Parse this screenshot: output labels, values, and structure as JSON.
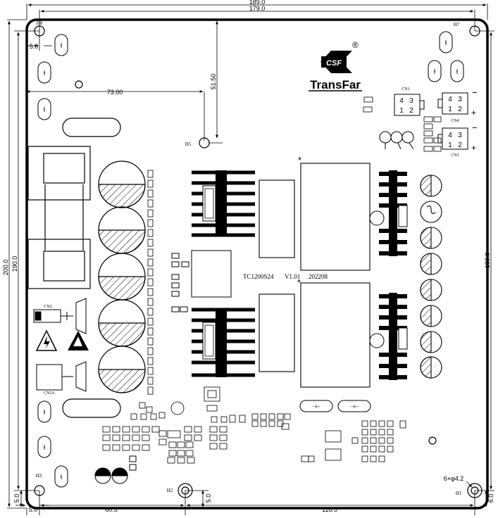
{
  "dimensions": {
    "top_outer": "189.0",
    "top_inner": "179.0",
    "left_outer": "200.0",
    "left_inner": "190.0",
    "right": "189.0",
    "h5_horizontal": "73.00",
    "h5_vertical": "51.50",
    "h8_offset": "5.0",
    "bottom_left_a": "5.0",
    "bottom_left_b": "5.0",
    "bottom_mid": "60.5",
    "bottom_right": "118.5",
    "h2_vertical": "5.0",
    "right_bottom": "6.0",
    "hole_spec": "6×φ4.2"
  },
  "holes": {
    "h1": "H1",
    "h2": "H2",
    "h3": "H3",
    "h5": "H5",
    "h7": "H7",
    "h8": "H8"
  },
  "connectors": {
    "cn1": {
      "label": "CN1",
      "pins": [
        "4",
        "3",
        "1",
        "2"
      ]
    },
    "cn4": {
      "label": "CN4",
      "pins": [
        "4",
        "3",
        "1",
        "2"
      ]
    },
    "cn3": {
      "label": "CN3",
      "pins": [
        "4",
        "3",
        "1",
        "2"
      ]
    },
    "cn2": "CN2",
    "cn2a": "CN2A"
  },
  "polarity": {
    "minus": "−",
    "plus": "+"
  },
  "logo": {
    "text": "TransFar",
    "emblem": "CSF",
    "registered": "®"
  },
  "board": {
    "model": "TC1200S24",
    "version": "V1.01",
    "date": "202208"
  },
  "markers": {
    "star": "*"
  }
}
